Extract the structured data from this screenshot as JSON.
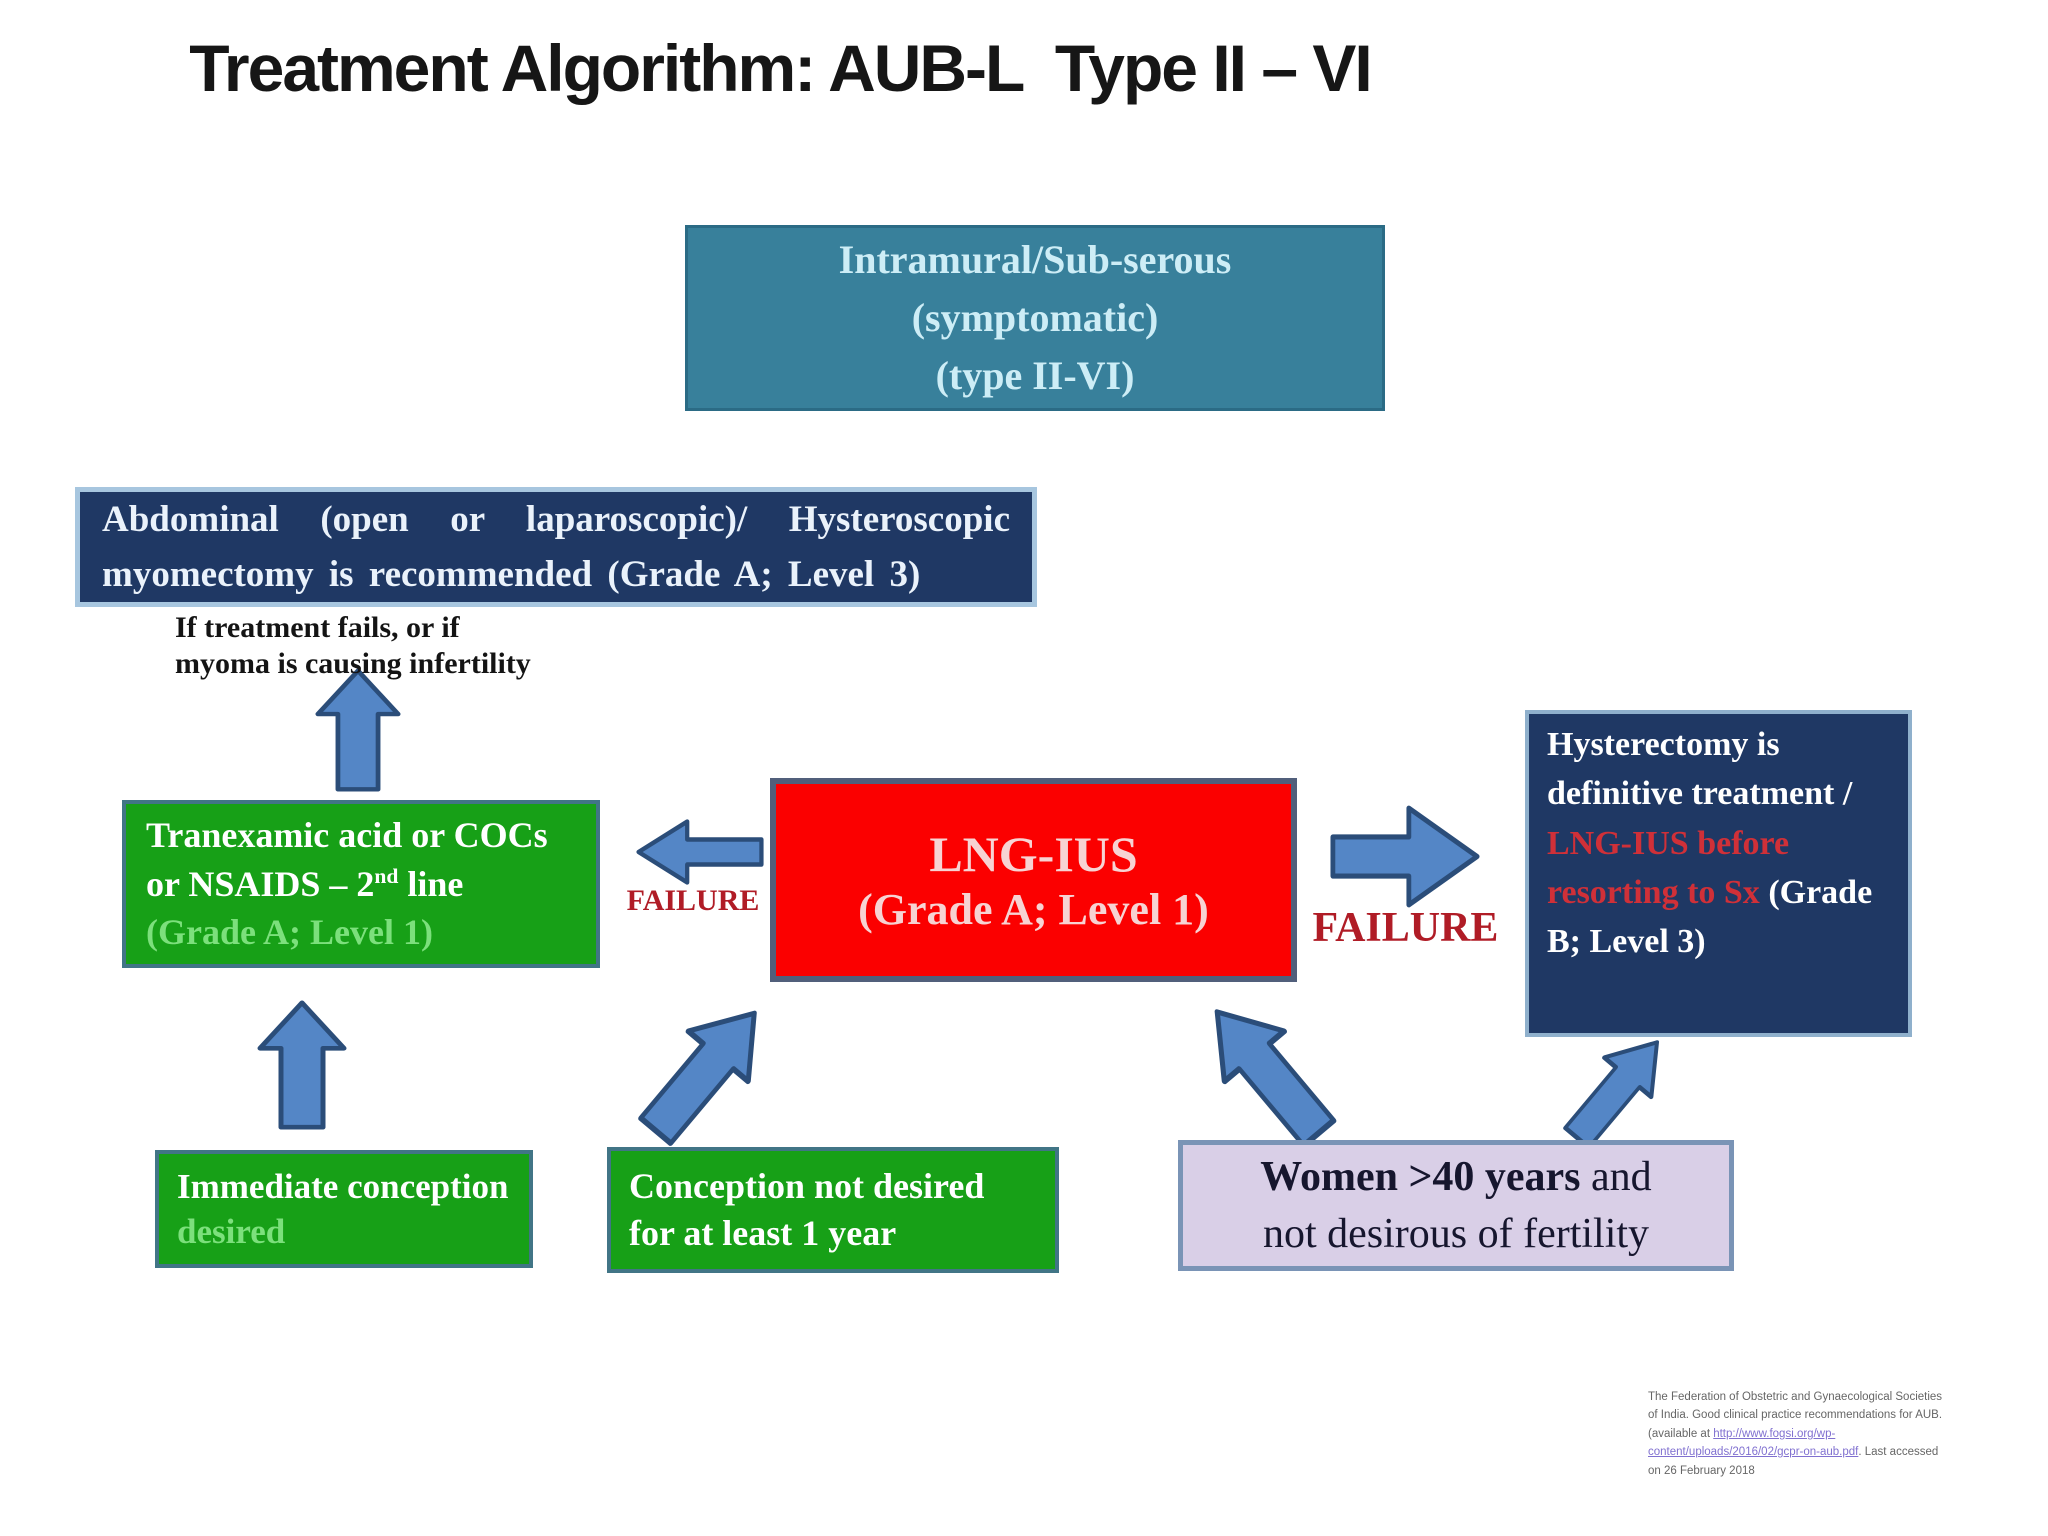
{
  "title": "Treatment Algorithm: AUB-L  Type II – VI",
  "flowchart": {
    "intramural_box": {
      "text": "Intramural/Sub-serous\n(symptomatic)\n(type II-VI)"
    },
    "abdominal_box": {
      "text": "Abdominal (open or laparoscopic)/ Hysteroscopic myomectomy is recommended (Grade A; Level 3)"
    },
    "note": {
      "text": "If treatment fails, or if\nmyoma is causing infertility"
    },
    "tranexamic_box": {
      "text_main": "Tranexamic acid or COCs or NSAIDS – 2",
      "superscript": "nd",
      "text_after": " line",
      "grade": "(Grade A; Level 1)"
    },
    "lng_ius_box": {
      "title": "LNG-IUS",
      "grade": "(Grade A; Level 1)"
    },
    "hysterectomy_box": {
      "text_white": "Hysterectomy is definitive treatment / ",
      "text_red": "LNG-IUS before resorting to Sx",
      "grade": " (Grade B; Level 3)"
    },
    "failure_left": "FAILURE",
    "failure_right": "FAILURE",
    "immediate_box": {
      "text_bold": "Immediate conception ",
      "text_light": "desired"
    },
    "conception_box": {
      "text": "Conception not desired for at least 1 year"
    },
    "women_box": {
      "emphasis": "Women >40 years",
      "rest_line1": " and",
      "line2": "not desirous of fertility"
    }
  },
  "citation": {
    "text_before": "The Federation of Obstetric and Gynaecological Societies of India. Good clinical practice recommendations for AUB. (available at ",
    "link": "http://www.fogsi.org/wp-content/uploads/2016/02/gcpr-on-aub.pdf",
    "text_after": ". Last accessed on 26 February 2018"
  },
  "colors": {
    "teal": "#38809B",
    "navy": "#1F3864",
    "green": "#17A017",
    "red": "#FB0000",
    "lavender": "#D9CFE7",
    "arrow_blue": "#5486C6",
    "failure_red": "#B01C26",
    "alert_text_red": "#D03038"
  }
}
